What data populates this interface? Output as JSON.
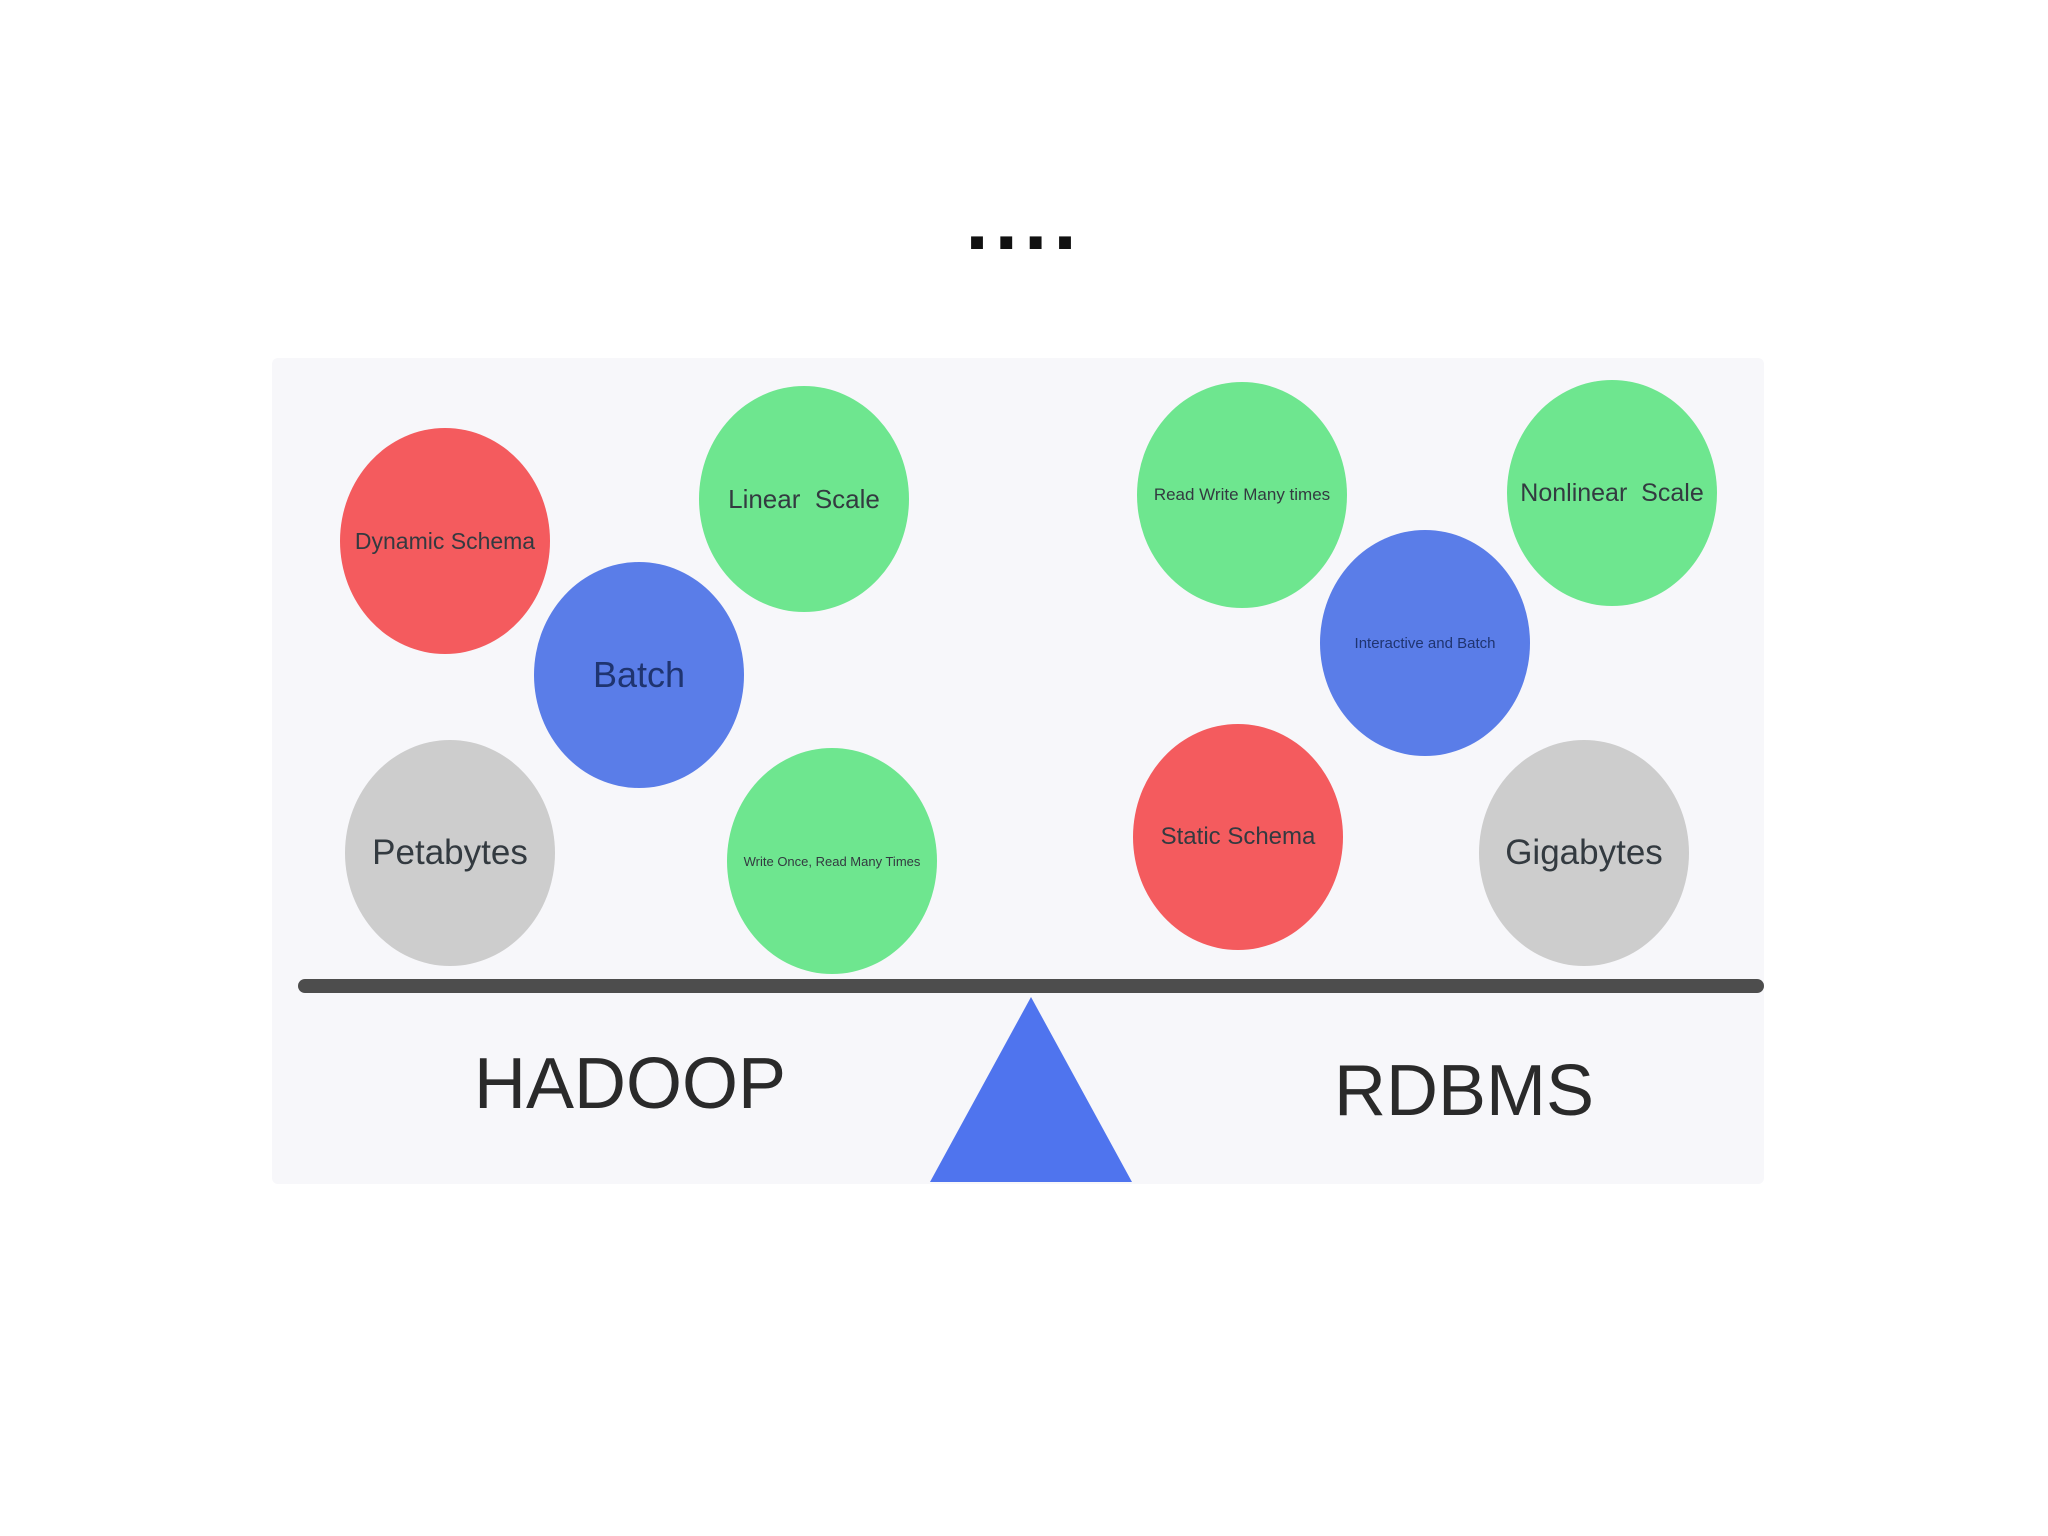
{
  "title": "....",
  "hadoop": {
    "label": "HADOOP",
    "bubbles": {
      "dynamic_schema": "Dynamic Schema",
      "batch": "Batch",
      "linear_scale": "Linear  Scale",
      "petabytes": "Petabytes",
      "write_once": "Write Once, Read Many Times"
    }
  },
  "rdbms": {
    "label": "RDBMS",
    "bubbles": {
      "read_write": "Read Write Many times",
      "interactive_batch": "Interactive and Batch",
      "nonlinear_scale": "Nonlinear  Scale",
      "static_schema": "Static Schema",
      "gigabytes": "Gigabytes"
    }
  },
  "colors": {
    "red": "#f45b5e",
    "green": "#6ee68f",
    "blue": "#5a7de8",
    "grey": "#cdcdcd",
    "beam": "#4d4d4d",
    "fulcrum": "#4f74ee"
  }
}
